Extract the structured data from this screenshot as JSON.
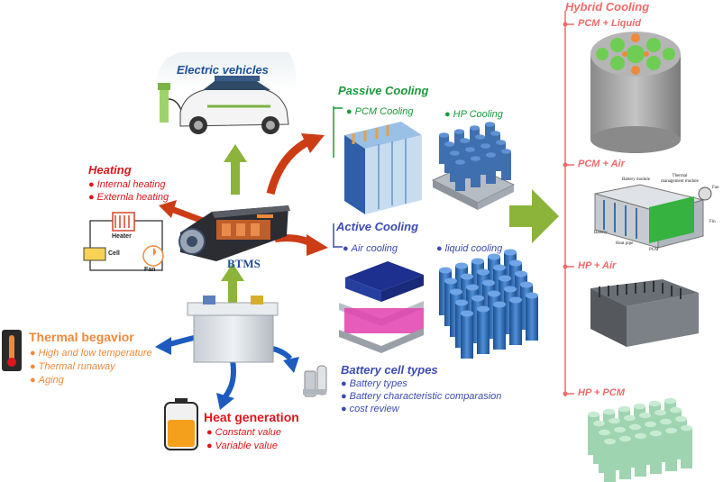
{
  "center": {
    "label": "BTMS"
  },
  "electric_vehicles": {
    "title": "Electric vehicles"
  },
  "heating": {
    "title": "Heating",
    "items": [
      "Internal heating",
      "Externla heating"
    ],
    "circuit": {
      "heater": "Heater",
      "cell": "Cell",
      "fan": "Fan"
    }
  },
  "thermal_behavior": {
    "title": "Thermal begavior",
    "items": [
      "High and low temperature",
      "Thermal runaway",
      "Aging"
    ]
  },
  "heat_generation": {
    "title": "Heat generation",
    "items": [
      "Constant value",
      "Variable value"
    ]
  },
  "passive_cooling": {
    "title": "Passive Cooling",
    "pcm": "PCM Cooling",
    "hp": "HP Cooling"
  },
  "active_cooling": {
    "title": "Active Cooling",
    "air": "Air cooling",
    "liquid": "liquid cooling"
  },
  "battery_cell_types": {
    "title": "Battery cell types",
    "items": [
      "Battery types",
      "Battery characteristic comparasion",
      "cost review"
    ]
  },
  "hybrid_cooling": {
    "title": "Hybrid Cooling",
    "items": [
      "PCM + Liquid",
      "PCM + Air",
      "HP + Air",
      "HP + PCM"
    ],
    "pcm_air_labels": {
      "battery_module": "Battery module",
      "thermal_management_module": "Thermal management module",
      "fan": "Fan",
      "fin": "Fin",
      "battery": "Battery",
      "heat_pipe": "Heat pipe",
      "pcm": "PCM"
    }
  },
  "colors": {
    "green": "#1a9a3a",
    "blue": "#3b4bb0",
    "red": "#e0151b",
    "orange": "#f08a3a",
    "hybrid": "#f26a6a",
    "arrow_green": "#8cb33a",
    "arrow_red": "#cc3d16",
    "arrow_blue": "#1d5bbf"
  }
}
